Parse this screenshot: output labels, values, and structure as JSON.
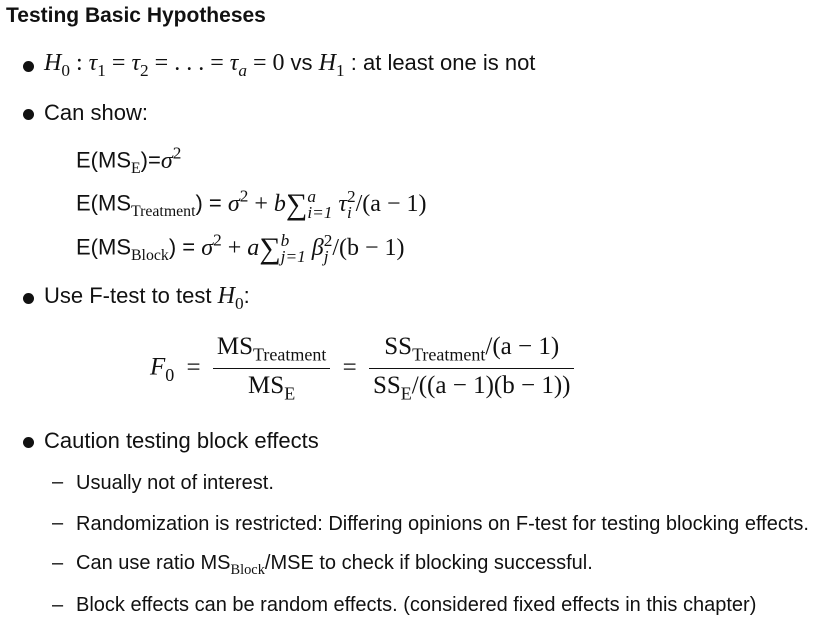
{
  "title": "Testing Basic Hypotheses",
  "bullet1": {
    "h0": "H",
    "h0_sub": "0",
    "colon": " : ",
    "tau": "τ",
    "s1": "1",
    "eq": " = ",
    "s2": "2",
    "dots": " = . . . = ",
    "sa": "a",
    "eq0": " = 0",
    "vs": " vs ",
    "h1": "H",
    "h1_sub": "1",
    "tail": " : at least one is not"
  },
  "bullet2": {
    "label": "Can show:",
    "line1": {
      "prefix": "E(MS",
      "sub": "E",
      "suffix": ")=",
      "sigma": "σ",
      "sup": "2"
    },
    "line2": {
      "prefix": "E(MS",
      "sub": "Treatment",
      "suffix": ") = ",
      "sigma": "σ",
      "sup": "2",
      "plus": " + ",
      "coef": "b",
      "sum": "∑",
      "upper": "a",
      "lower": "i=1",
      "term": "τ",
      "term_sup": "2",
      "term_sub": "i",
      "div": "/(a − 1)"
    },
    "line3": {
      "prefix": "E(MS",
      "sub": "Block",
      "suffix": ") = ",
      "sigma": "σ",
      "sup": "2",
      "plus": " + ",
      "coef": "a",
      "sum": "∑",
      "upper": "b",
      "lower": "j=1",
      "term": "β",
      "term_sup": "2",
      "term_sub": "j",
      "div": "/(b − 1)"
    }
  },
  "bullet3": {
    "label_pre": "Use F-test to test ",
    "h": "H",
    "h_sub": "0",
    "label_post": ":"
  },
  "formula": {
    "lhs": "F",
    "lhs_sub": "0",
    "eq": "=",
    "f1_num": "MS",
    "f1_num_sub": "Treatment",
    "f1_den": "MS",
    "f1_den_sub": "E",
    "eq2": "=",
    "f2_num": "SS",
    "f2_num_sub": "Treatment",
    "f2_num_tail": "/(a − 1)",
    "f2_den": "SS",
    "f2_den_sub": "E",
    "f2_den_tail": "/((a − 1)(b − 1))"
  },
  "bullet4": {
    "label": "Caution testing block effects",
    "subitems": [
      "Usually not of interest.",
      "Randomization is restricted: Differing opinions on F-test for testing blocking effects.",
      "Block effects can be random effects. (considered fixed effects in this chapter)"
    ],
    "ratio_item": {
      "pre": "Can use ratio MS",
      "sub": "Block",
      "post": "/MSE to check if blocking successful."
    },
    "dash": "–"
  }
}
